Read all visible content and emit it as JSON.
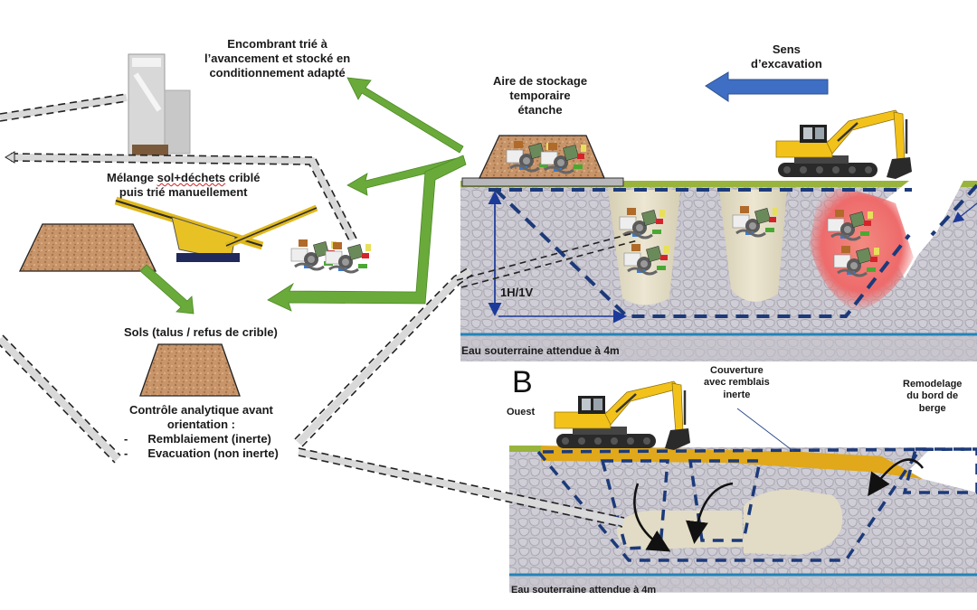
{
  "labels": {
    "encombrant": [
      "Encombrant trié à",
      "l’avancement et stocké en",
      "conditionnement adapté"
    ],
    "melange_line1_pre": "Mélange ",
    "melange_line1_underlined": "sol+déchets",
    "melange_line1_post": " criblé",
    "melange_line2": "puis trié manuellement",
    "sols": "Sols (talus / refus de crible)",
    "controle": [
      "Contrôle analytique avant",
      "orientation :"
    ],
    "controle_items": [
      {
        "bullet": "-",
        "text": "Remblaiement (inerte)"
      },
      {
        "bullet": "-",
        "text": "Evacuation (non inerte)"
      }
    ],
    "aire_stockage": [
      "Aire de stockage",
      "temporaire",
      "étanche"
    ],
    "sens_excavation": [
      "Sens",
      "d’excavation"
    ],
    "pente": "1H/1V",
    "eau_a": "Eau souterraine attendue à 4m",
    "panel_b_letter": "B",
    "ouest": "Ouest",
    "couverture": [
      "Couverture",
      "avec remblais",
      "inerte"
    ],
    "remodelage": [
      "Remodelage",
      "du bord de",
      "berge"
    ],
    "eau_b": "Eau souterraine attendue à 4m"
  },
  "icons": {
    "container": "skip-container-icon",
    "screener": "screening-machine-icon",
    "excavator": "excavator-icon",
    "soil_pile": "soil-pile-icon",
    "waste": "mixed-waste-icon",
    "direction_arrow": "left-arrow-icon"
  },
  "colors": {
    "flow_arrow": "#6aaa3a",
    "direction_arrow": "#3f6fc4",
    "dashed_boundary": "#1c3a7a",
    "ground": "#c9c7cf",
    "stone_line": "#a9a6b2",
    "grass": "#98b43c",
    "cover_fill": "#e0a81a",
    "water_line": "#2283b8",
    "pocket": "#e2dcc6",
    "soil": "#c8956a",
    "hot_zone": "#ef6b6b",
    "excavator_yellow": "#f2c21a"
  }
}
